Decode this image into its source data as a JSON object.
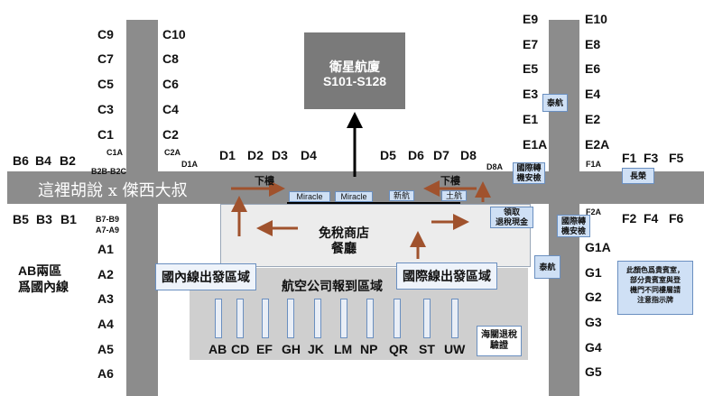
{
  "colors": {
    "corridor": "#8c8c8c",
    "label_box": "#cfe0f5",
    "arrow": "#a0522d",
    "check_in": "#cfcfcf",
    "duty_free": "#ececec"
  },
  "satellite": {
    "line1": "衛星航廈",
    "line2": "S101-S128"
  },
  "gates_c_left": [
    "C9",
    "C7",
    "C5",
    "C3",
    "C1"
  ],
  "gates_c_right": [
    "C10",
    "C8",
    "C6",
    "C4",
    "C2"
  ],
  "gates_c_small": {
    "c1a": "C1A",
    "c2a": "C2A",
    "d1a": "D1A",
    "b2b": "B2B-B2C"
  },
  "gates_b_top": [
    "B6",
    "B4",
    "B2"
  ],
  "gates_b_bottom": [
    "B5",
    "B3",
    "B1"
  ],
  "gates_b_small": {
    "b7": "B7-B9",
    "a7": "A7-A9"
  },
  "gates_d": [
    "D1",
    "D2",
    "D3",
    "D4",
    "D5",
    "D6",
    "D7",
    "D8"
  ],
  "gate_d8a": "D8A",
  "gates_a": [
    "A1",
    "A2",
    "A3",
    "A4",
    "A5",
    "A6"
  ],
  "ab_zone": {
    "line1": "AB兩區",
    "line2": "爲國內線"
  },
  "gates_e_left": [
    "E9",
    "E7",
    "E5",
    "E3",
    "E1",
    "E1A"
  ],
  "gates_e_right": [
    "E10",
    "E8",
    "E6",
    "E4",
    "E2",
    "E2A"
  ],
  "gate_f1a": "F1A",
  "gate_f2a": "F2A",
  "gates_f_top": [
    "F1",
    "F3",
    "F5"
  ],
  "gates_f_bottom": [
    "F2",
    "F4",
    "F6"
  ],
  "gates_g": [
    "G1A",
    "G1",
    "G2",
    "G3",
    "G4",
    "G5"
  ],
  "corridor_text": "這裡胡說 x 傑西大叔",
  "downstairs": [
    "下樓",
    "下樓"
  ],
  "lounges": [
    "Miracle",
    "Miracle",
    "新航",
    "土航"
  ],
  "duty_free": {
    "line1": "免稅商店",
    "line2": "餐廳"
  },
  "tax_refund_cash": {
    "line1": "領取",
    "line2": "退稅現金"
  },
  "domestic_departure": "國內線出發區域",
  "intl_departure": "國際線出發區域",
  "checkin_area": "航空公司報到區域",
  "counters": [
    "AB",
    "CD",
    "EF",
    "GH",
    "JK",
    "LM",
    "NP",
    "QR",
    "ST",
    "UW"
  ],
  "customs_refund": {
    "line1": "海關退稅",
    "line2": "驗證"
  },
  "thai_airways": [
    "泰航",
    "泰航"
  ],
  "transfer_security": [
    {
      "line1": "國際轉",
      "line2": "機安檢"
    },
    {
      "line1": "國際轉",
      "line2": "機安檢"
    }
  ],
  "eva_air": "長榮",
  "legend_note": {
    "line1": "此顏色爲貴賓室，",
    "line2": "部分貴賓室與登",
    "line3": "機門不同樓層請",
    "line4": "注意指示牌"
  }
}
